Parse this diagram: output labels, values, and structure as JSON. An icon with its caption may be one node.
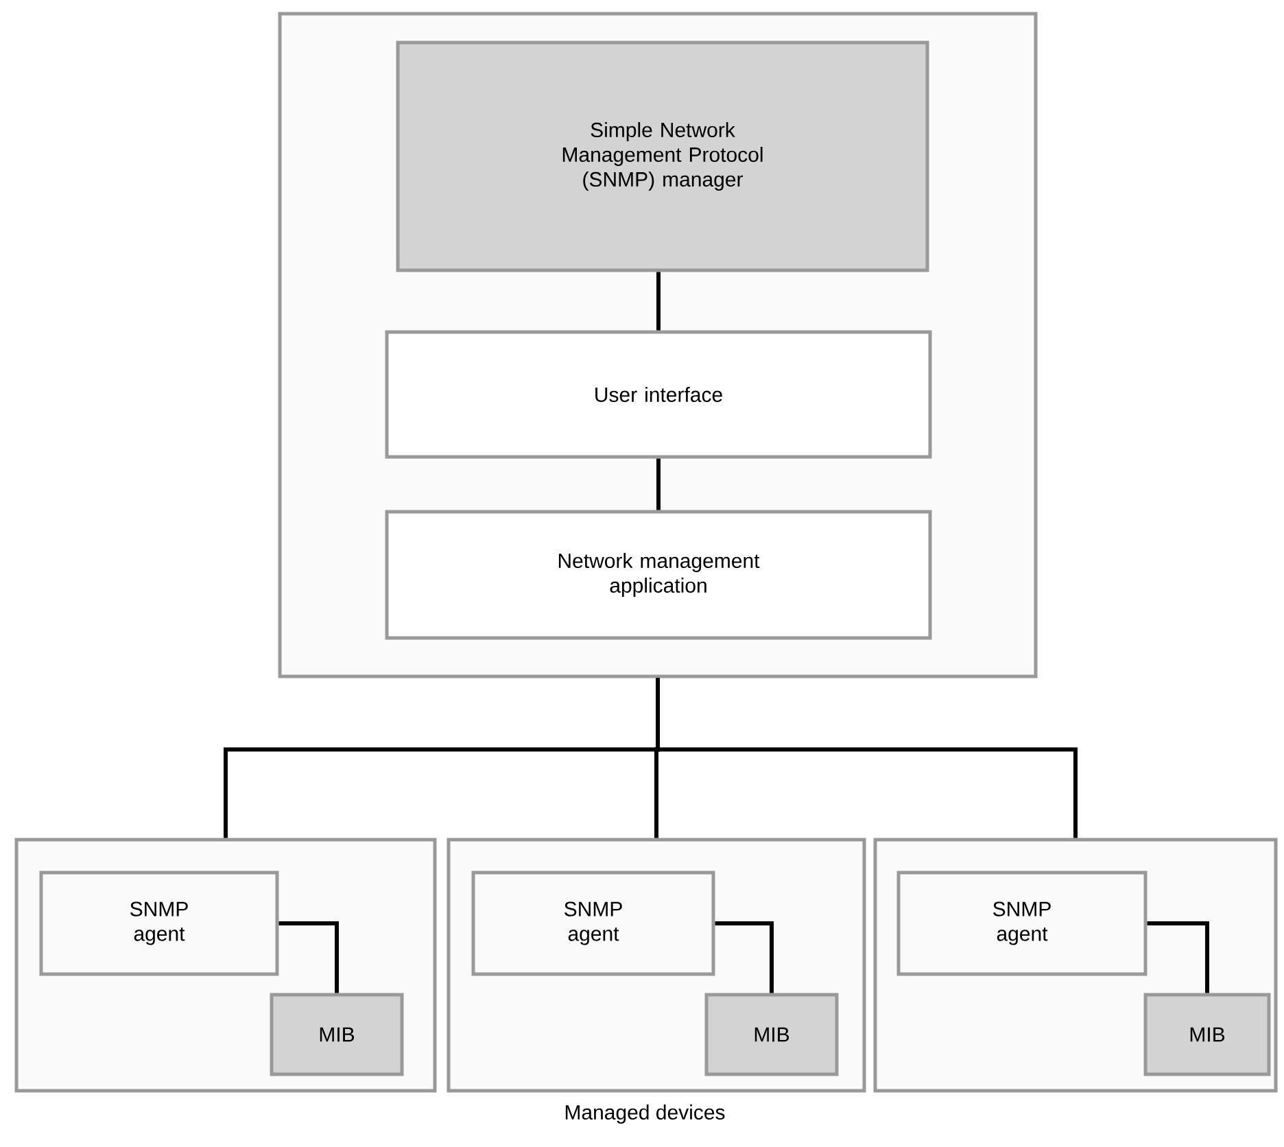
{
  "diagram": {
    "nodes": [
      {
        "text": [],
        "shape": "box"
      },
      {
        "text": [
          "Simple Network Management Protocol (SNMP) manager"
        ],
        "in": 0
      },
      {
        "text": [
          "User interface"
        ],
        "in": 0
      },
      {
        "text": [
          "Network management application"
        ],
        "in": 0
      },
      {
        "text": [],
        "shape": "box"
      },
      {
        "text": [
          "SNMP agent"
        ],
        "in": 4
      },
      {
        "text": [
          "MIB"
        ],
        "in": 4
      },
      {
        "text": [],
        "shape": "box"
      },
      {
        "text": [
          "SNMP agent"
        ],
        "in": 7
      },
      {
        "text": [
          "MIB"
        ],
        "in": 7
      },
      {
        "text": [],
        "shape": "box"
      },
      {
        "text": [
          "SNMP agent"
        ],
        "in": 10
      },
      {
        "text": [
          "MIB"
        ],
        "in": 10
      }
    ],
    "edges": [
      {
        "from": 1,
        "to": 2,
        "arrow": "none"
      },
      {
        "from": 2,
        "to": 3,
        "arrow": "none"
      },
      {
        "from": 0,
        "to": 4,
        "arrow": "none"
      },
      {
        "from": 0,
        "to": 7,
        "arrow": "none"
      },
      {
        "from": 0,
        "to": 10,
        "arrow": "none"
      },
      {
        "from": 5,
        "to": 6,
        "arrow": "none"
      },
      {
        "from": 8,
        "to": 9,
        "arrow": "none"
      },
      {
        "from": 11,
        "to": 12,
        "arrow": "none"
      }
    ],
    "labels": [
      "Managed devices"
    ]
  }
}
